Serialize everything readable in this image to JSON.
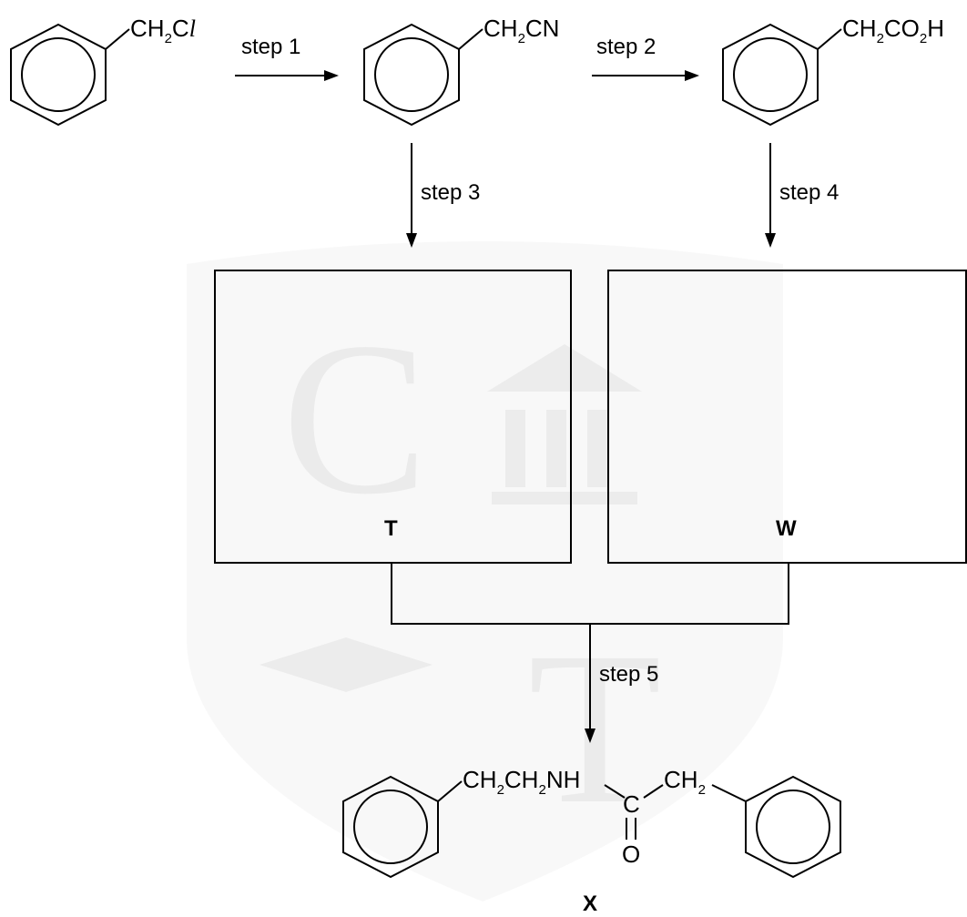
{
  "steps": {
    "s1": "step 1",
    "s2": "step 2",
    "s3": "step 3",
    "s4": "step 4",
    "s5": "step 5"
  },
  "compounds": {
    "c1": {
      "main": "CH",
      "sub": "2",
      "rest": "C",
      "ital": "l"
    },
    "c2": {
      "main": "CH",
      "sub": "2",
      "rest": "CN"
    },
    "c3": {
      "main": "CH",
      "sub": "2",
      "rest": "CO",
      "sub2": "2",
      "rest2": "H"
    },
    "x_left": {
      "a": "CH",
      "sa": "2",
      "b": "CH",
      "sb": "2",
      "c": "NH"
    },
    "x_carbonyl_c": "C",
    "x_carbonyl_o": "O",
    "x_right": {
      "a": "CH",
      "sa": "2"
    }
  },
  "boxes": {
    "t_label": "T",
    "w_label": "W"
  },
  "product_label": "X",
  "watermark": {
    "letter1": "C",
    "letter2": "T"
  }
}
